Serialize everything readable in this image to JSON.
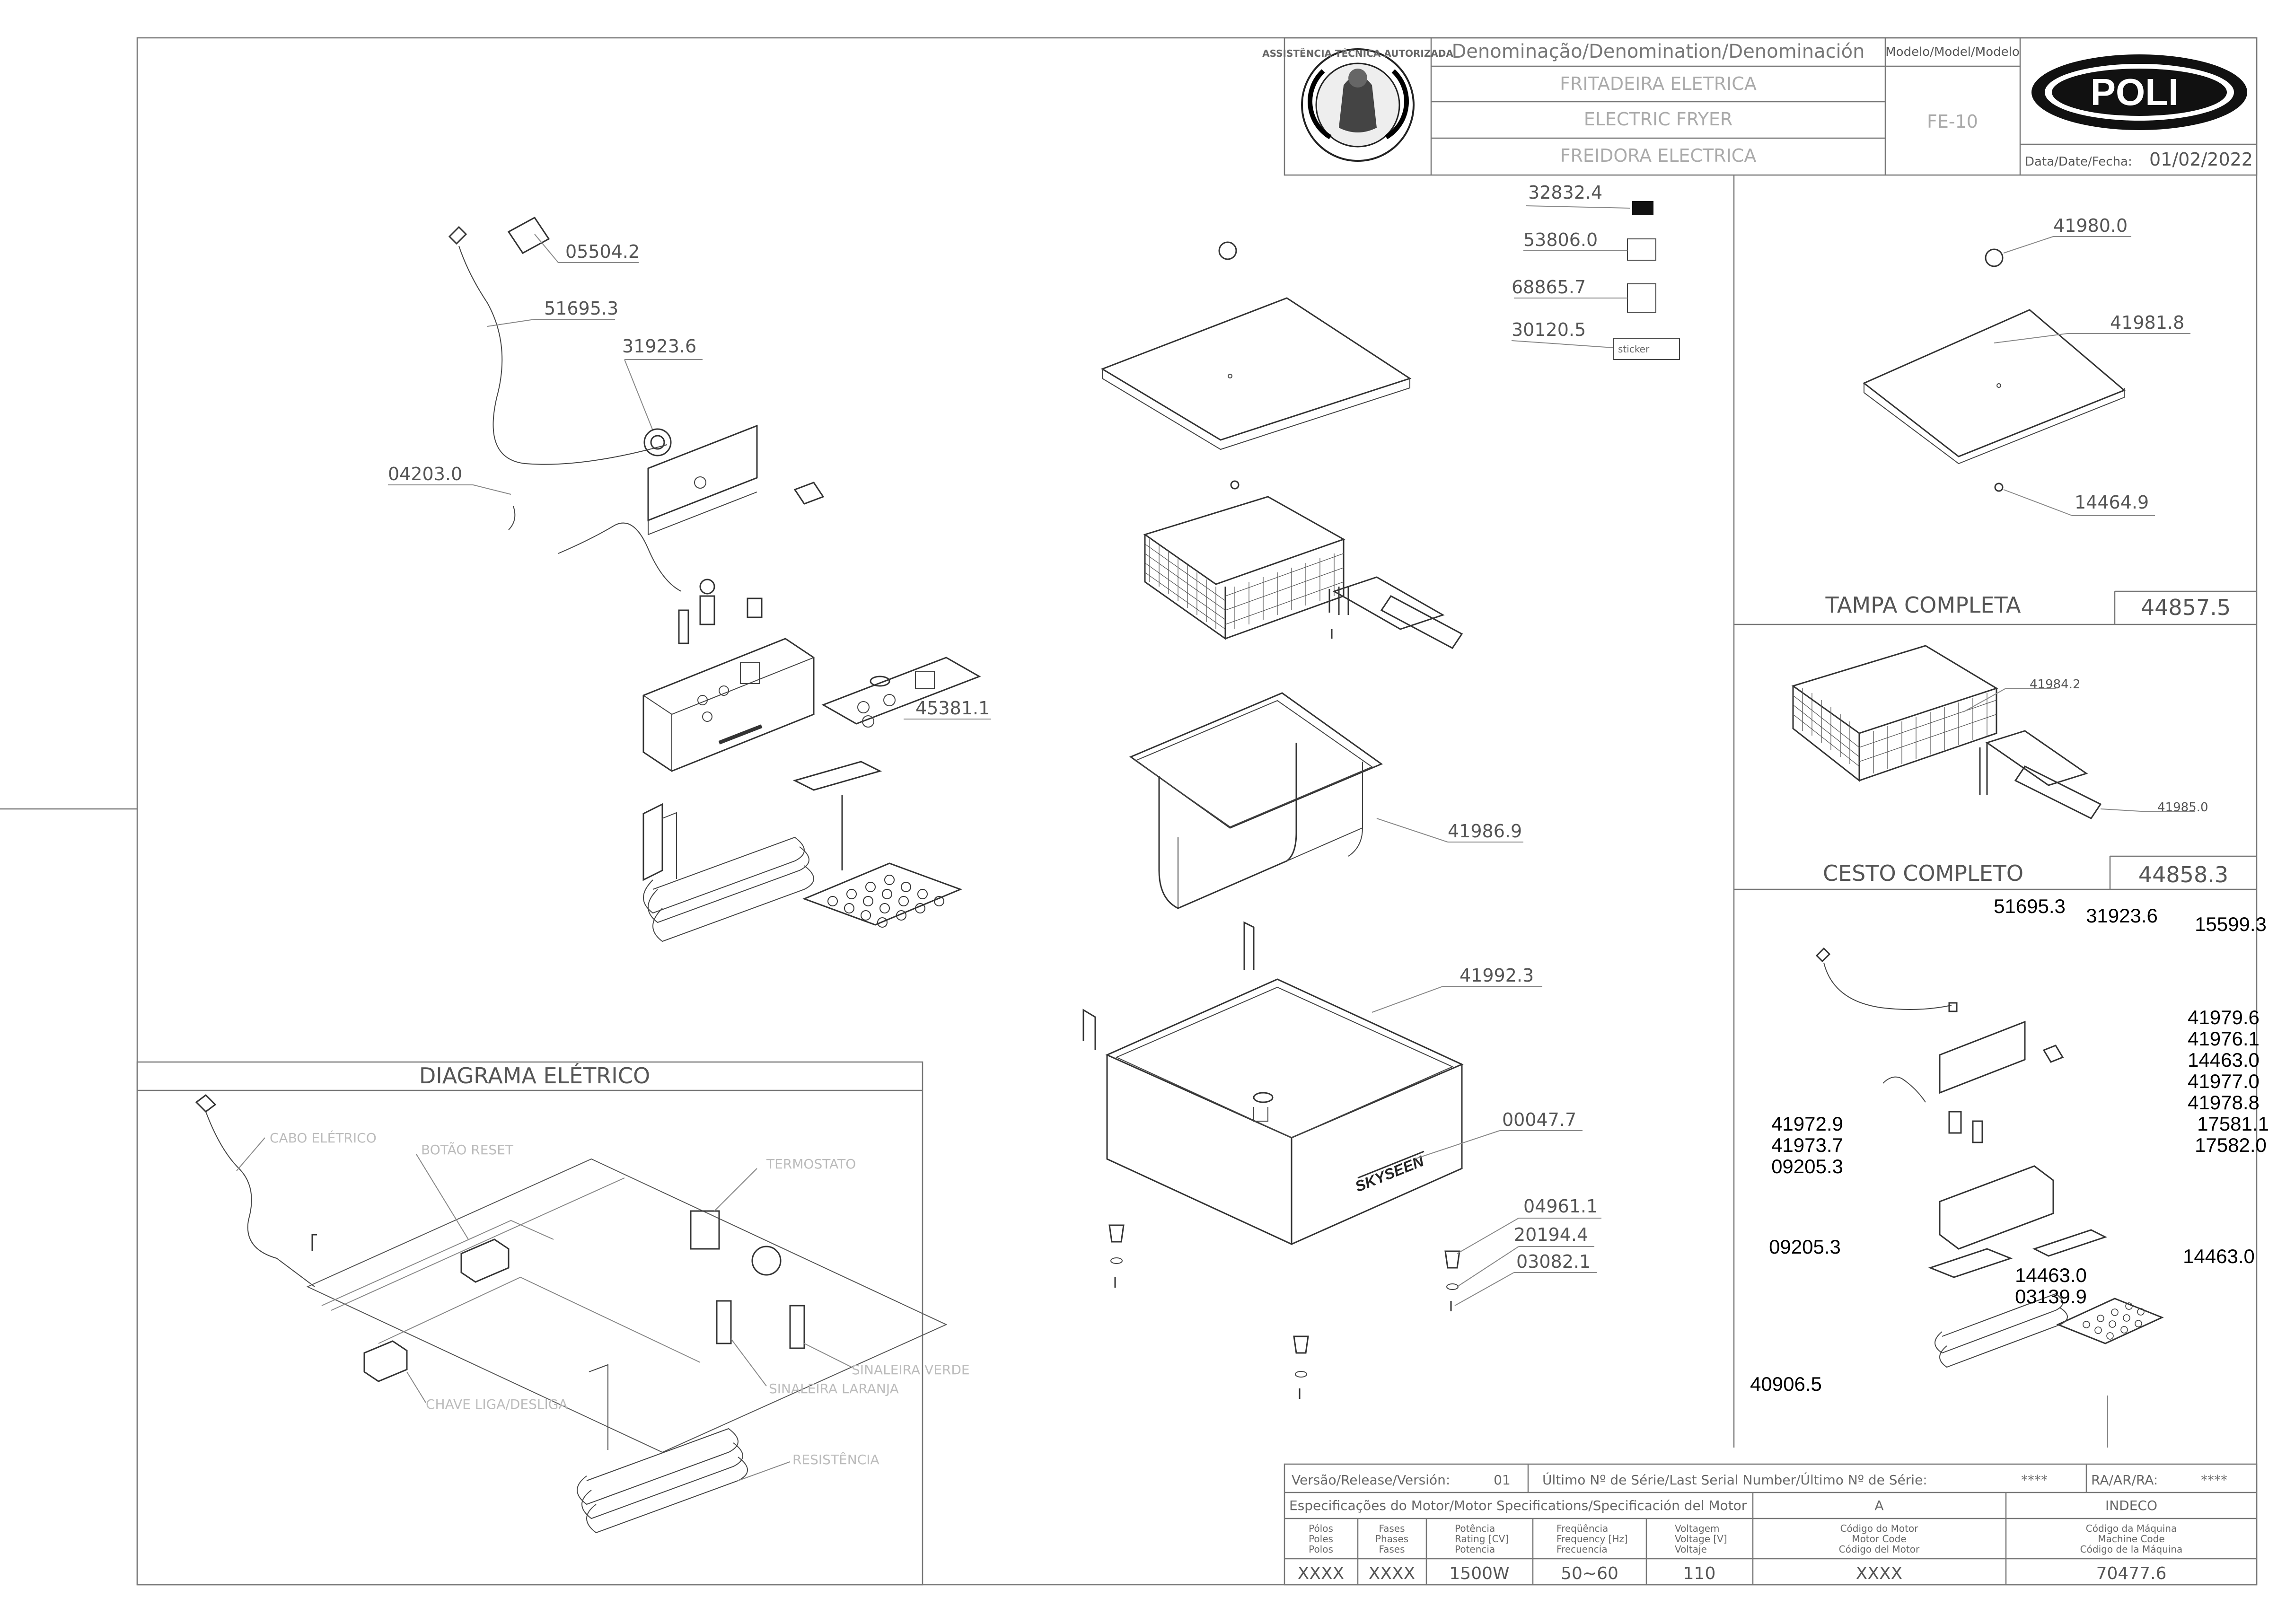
{
  "title_block": {
    "denomination_header": "Denominação/Denomination/Denominación",
    "model_header": "Modelo/Model/Modelo",
    "name_pt": "FRITADEIRA ELETRICA",
    "name_en": "ELECTRIC FRYER",
    "name_es": "FREIDORA ELECTRICA",
    "model": "FE-10",
    "date_label": "Data/Date/Fecha:",
    "date_value": "01/02/2022",
    "brand": "POLI",
    "seal_text": "ASSISTÊNCIA TÉCNICA AUTORIZADA"
  },
  "labels": {
    "cord": "05504.2",
    "cable": "51695.3",
    "reset_button": "31923.6",
    "wire": "04203.0",
    "front_panel": "45381.1",
    "sticker_1": "32832.4",
    "sticker_2": "53806.0",
    "sticker_3": "68865.7",
    "sticker_4": "30120.5",
    "tank": "41986.9",
    "body": "41992.3",
    "drain": "00047.7",
    "foot": "04961.1",
    "washer": "20194.4",
    "screw": "03082.1"
  },
  "lid_section": {
    "knob": "41980.0",
    "lid": "41981.8",
    "screw": "14464.9",
    "title": "TAMPA COMPLETA",
    "code": "44857.5"
  },
  "basket_section": {
    "basket": "41984.2",
    "handle": "41985.0",
    "title": "CESTO COMPLETO",
    "code": "44858.3"
  },
  "parts_codes": {
    "top_1": "51695.3",
    "top_2": "31923.6",
    "top_3": "15599.3",
    "right_1": "41979.6",
    "right_2": "41976.1",
    "right_3": "14463.0",
    "right_4": "41977.0",
    "right_5": "41978.8",
    "right_6": "17581.1",
    "right_7": "17582.0",
    "left_1": "41972.9",
    "left_2": "41973.7",
    "left_3": "09205.3",
    "left_4": "09205.3",
    "mid_1": "14463.0",
    "mid_2": "03139.9",
    "right_8": "14463.0",
    "bottom": "40906.5"
  },
  "electrical_diagram": {
    "title": "DIAGRAMA ELÉTRICO",
    "cable": "CABO ELÉTRICO",
    "reset": "BOTÃO RESET",
    "thermostat": "TERMOSTATO",
    "switch": "CHAVE LIGA/DESLIGA",
    "orange_lamp": "SINALEIRA LARANJA",
    "green_lamp": "SINALEIRA VERDE",
    "resistance": "RESISTÊNCIA"
  },
  "footer": {
    "version_label": "Versão/Release/Versión:",
    "version_value": "01",
    "serial_label": "Último Nº de Série/Last Serial Number/Último Nº de Série:",
    "serial_value": "****",
    "ra_label": "RA/AR/RA:",
    "ra_value": "****",
    "motor_spec_label": "Especificações do Motor/Motor Specifications/Specificación del Motor",
    "motor_class": "A",
    "manufacturer": "INDECO",
    "poles_header": [
      "Pólos",
      "Poles",
      "Polos"
    ],
    "phases_header": [
      "Fases",
      "Phases",
      "Fases"
    ],
    "power_header": [
      "Potência",
      "Rating [CV]",
      "Potencia"
    ],
    "frequency_header": [
      "Freqüência",
      "Frequency [Hz]",
      "Frecuencia"
    ],
    "voltage_header": [
      "Voltagem",
      "Voltage [V]",
      "Voltaje"
    ],
    "motor_code_header": [
      "Código do Motor",
      "Motor Code",
      "Código del Motor"
    ],
    "machine_code_header": [
      "Código da Máquina",
      "Machine Code",
      "Código de la Máquina"
    ],
    "poles": "XXXX",
    "phases": "XXXX",
    "power": "1500W",
    "frequency": "50~60",
    "voltage": "110",
    "motor_code": "XXXX",
    "machine_code": "70477.6"
  }
}
